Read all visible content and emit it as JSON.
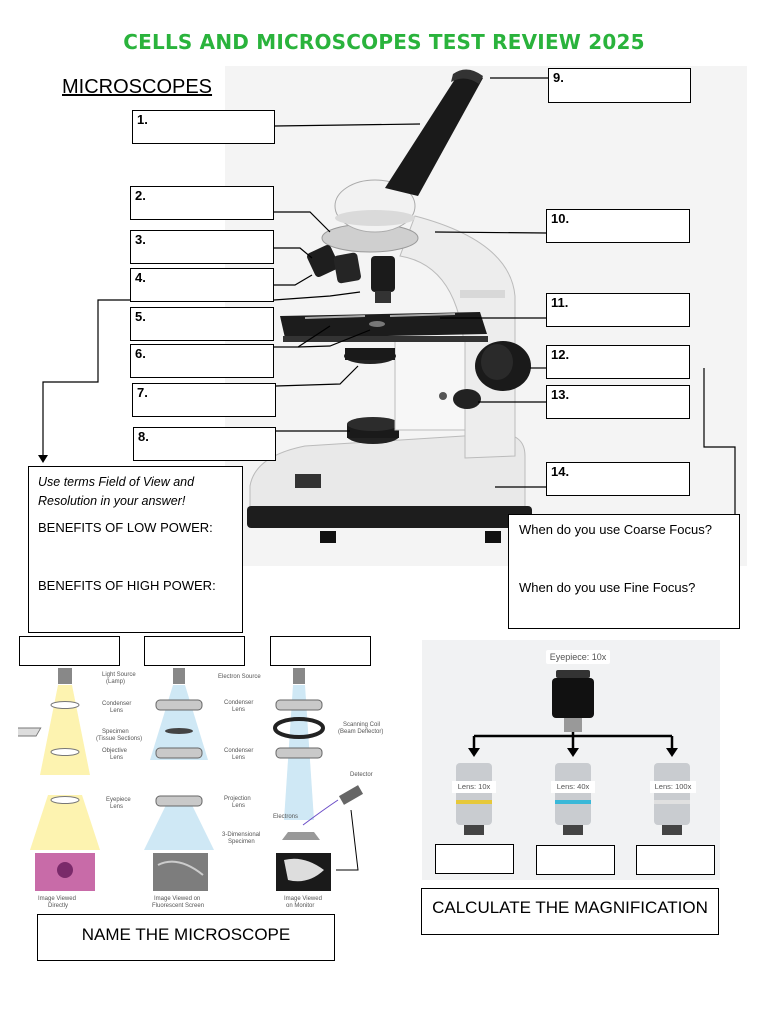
{
  "title": "CELLS AND MICROSCOPES TEST REVIEW 2025",
  "section_label": "MICROSCOPES",
  "label_boxes": [
    "1.",
    "2.",
    "3.",
    "4.",
    "5.",
    "6.",
    "7.",
    "8.",
    "9.",
    "10.",
    "11.",
    "12.",
    "13.",
    "14."
  ],
  "power_note": {
    "instruction": "Use terms Field of View and Resolution in your answer!",
    "low": "BENEFITS OF LOW POWER:",
    "high": "BENEFITS OF HIGH POWER:"
  },
  "focus_note": {
    "coarse": "When do you use Coarse Focus?",
    "fine": "When do you use Fine Focus?"
  },
  "diagram_labels": {
    "light_source": "Light Source",
    "lamp": "(Lamp)",
    "condenser_lens": "Condenser",
    "lens": "Lens",
    "specimen": "Specimen",
    "tissue_sections": "(Tissue Sections)",
    "objective": "Objective",
    "eyepiece": "Eyepiece",
    "electron_source": "Electron Source",
    "projection": "Projection",
    "scanning_coil": "Scanning Coil",
    "beam_deflector": "(Beam Deflector)",
    "detector": "Detector",
    "electrons": "Electrons",
    "three_d": "3-Dimensional",
    "specimen2": "Specimen",
    "viewed_directly_1": "Image Viewed",
    "viewed_directly_2": "Directly",
    "viewed_screen_1": "Image Viewed on",
    "viewed_screen_2": "Fluorescent Screen",
    "viewed_monitor_1": "Image Viewed",
    "viewed_monitor_2": "on Monitor"
  },
  "name_microscope": "NAME THE MICROSCOPE",
  "magnification": {
    "eyepiece": "Eyepiece: 10x",
    "lenses": [
      "Lens: 10x",
      "Lens: 40x",
      "Lens: 100x"
    ],
    "calculate": "CALCULATE THE MAGNIFICATION"
  }
}
